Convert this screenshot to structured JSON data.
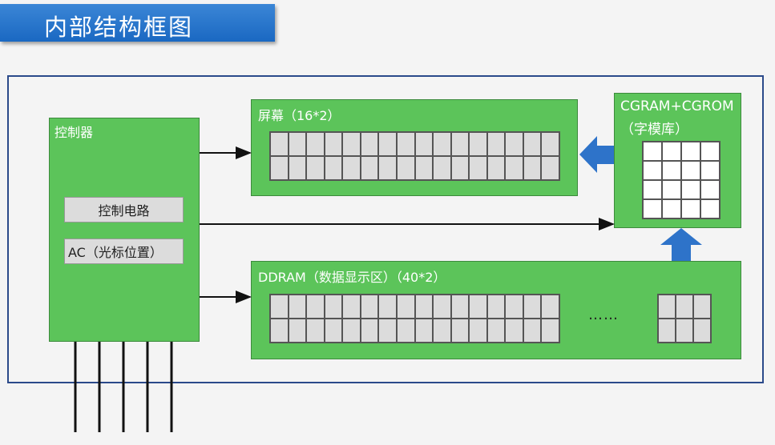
{
  "title": "内部结构框图",
  "controller": {
    "label": "控制器",
    "circuit": "控制电路",
    "ac": "AC（光标位置）"
  },
  "screen": {
    "label": "屏幕（16*2）",
    "columns": 16,
    "rows": 2
  },
  "cgram": {
    "label_line1": "CGRAM+CGROM",
    "label_line2": "（字模库）",
    "columns": 4,
    "rows": 4
  },
  "ddram": {
    "label": "DDRAM（数据显示区）（40*2）",
    "columns": 16,
    "tail_columns": 3,
    "rows": 2,
    "ellipsis": "……"
  },
  "colors": {
    "block": "#5cc45a",
    "arrow_fill": "#2e73c9",
    "title_bar": "#1a68c2"
  }
}
